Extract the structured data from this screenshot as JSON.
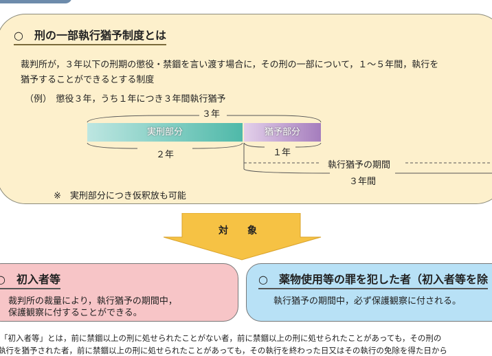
{
  "main": {
    "title": "○　刑の一部執行猶予制度とは",
    "desc_line1": "裁判所が，３年以下の刑期の懲役・禁錮を言い渡す場合に，その刑の一部について，１～５年間，執行を",
    "desc_line2": "猶予することができるとする制度",
    "example": "（例）　懲役３年，うち１年につき３年間執行猶予",
    "total": "３年",
    "real_label": "実刑部分",
    "susp_label": "猶予部分",
    "real_years": "２年",
    "susp_years": "１年",
    "period_label": "執行猶予の期間",
    "period_years": "３年間",
    "note": "※　実刑部分につき仮釈放も可能"
  },
  "arrow": {
    "label": "対　　象"
  },
  "first": {
    "title": "○　初入者等",
    "line1": "裁判所の裁量により，執行猶予の期間中，",
    "line2": "保護観察に付することができる。"
  },
  "drug": {
    "title": "○　薬物使用等の罪を犯した者（初入者等を除",
    "line1": "執行猶予の期間中，必ず保護観察に付される。"
  },
  "footnote": {
    "line1": "「初入者等」とは，前に禁錮以上の刑に処せられたことがない者，前に禁錮以上の刑に処せられたことがあっても，その刑の",
    "line2": "執行を猶予された者，前に禁錮以上の刑に処せられたことがあっても，その執行を終わった日又はその執行の免除を得た日から"
  }
}
